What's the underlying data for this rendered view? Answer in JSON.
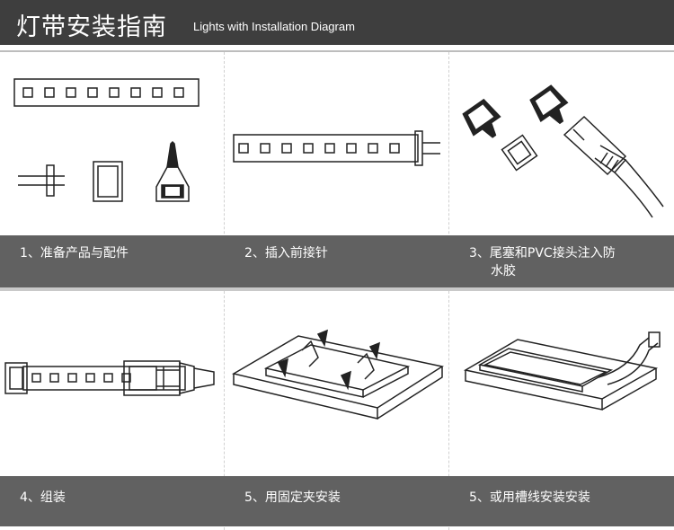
{
  "header": {
    "title_cn": "灯带安装指南",
    "title_en": "Lights with Installation Diagram"
  },
  "steps": [
    {
      "caption": "1、准备产品与配件"
    },
    {
      "caption": "2、插入前接针"
    },
    {
      "caption_line1": "3、尾塞和PVC接头注入防",
      "caption_line2": "水胶"
    },
    {
      "caption": "4、组装"
    },
    {
      "caption": "5、用固定夹安装"
    },
    {
      "caption": "5、或用槽线安装安装"
    }
  ],
  "colors": {
    "header_bg": "#3e3e3e",
    "caption_bg": "#616161",
    "line_art": "#222222"
  }
}
